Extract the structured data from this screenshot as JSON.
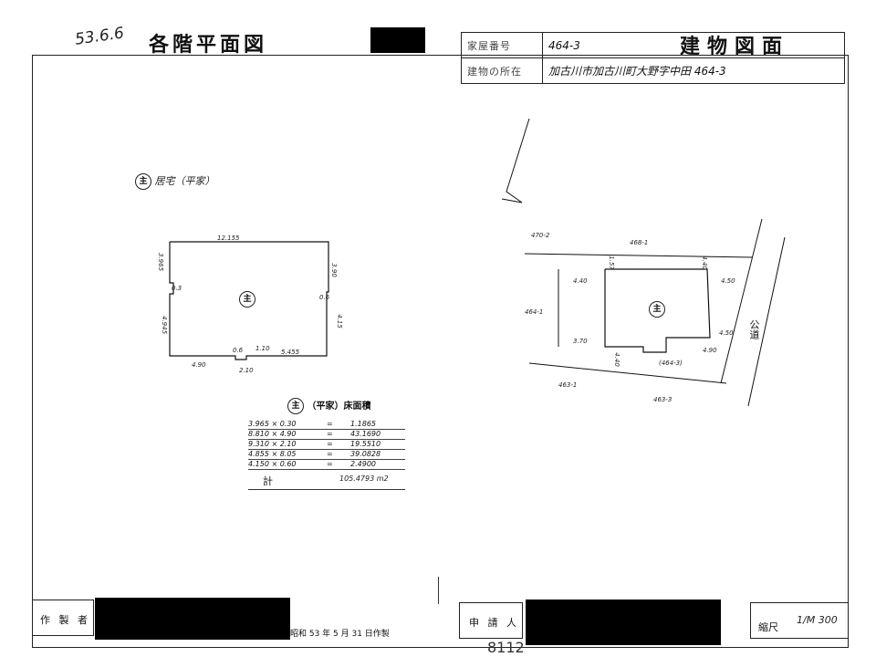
{
  "header": {
    "date_note": "53.6.6",
    "left_title": "各階平面図",
    "right_title": "建物図面",
    "house_number_label": "家屋番号",
    "house_number_value": "464-3",
    "location_label": "建物の所在",
    "location_value": "加古川市加古川町大野字中田 464-3"
  },
  "floor_plan": {
    "caption": "居宅（平家）",
    "main_mark": "主",
    "dims": {
      "top": "12.155",
      "left_upper": "3.965",
      "right_upper": "3.90",
      "left_mid": "0.3",
      "right_mid": "0.6",
      "left_lower": "4.945",
      "right_lower": "4.15",
      "bottom_left": "4.90",
      "bottom_mid": "2.10",
      "bottom_right": "5.455",
      "notch": "0.6",
      "notch2": "1.10"
    }
  },
  "area_calc": {
    "heading_suffix": "（平家）床面積",
    "rows": [
      {
        "expr": "3.965 × 0.30",
        "eq": "=",
        "val": "1.1865"
      },
      {
        "expr": "8.810 × 4.90",
        "eq": "=",
        "val": "43.1690"
      },
      {
        "expr": "9.310 × 2.10",
        "eq": "=",
        "val": "19.5510"
      },
      {
        "expr": "4.855 × 8.05",
        "eq": "=",
        "val": "39.0828"
      },
      {
        "expr": "4.150 × 0.60",
        "eq": "=",
        "val": "2.4900"
      }
    ],
    "total_label": "計",
    "total_value": "105.4793 m2"
  },
  "site_plan": {
    "lot_top": "468-1",
    "lot_top_left": "470-2",
    "lot_left": "464-1",
    "lot_center": "(464-3)",
    "lot_bottom_left": "463-1",
    "lot_bottom": "463-3",
    "road": "公道",
    "mark": "主",
    "dims": [
      "4.40",
      "4.50",
      "3.70",
      "4.90",
      "4.50",
      "4.40",
      "1.57",
      "4.40"
    ]
  },
  "footer": {
    "maker_label": "作 製 者",
    "date_text": "昭和 53 年 5 月 31 日作製",
    "applicant_label": "申 請 人",
    "scale_label": "縮尺",
    "scale_value": "1/M 300",
    "stamp_number": "8112"
  }
}
